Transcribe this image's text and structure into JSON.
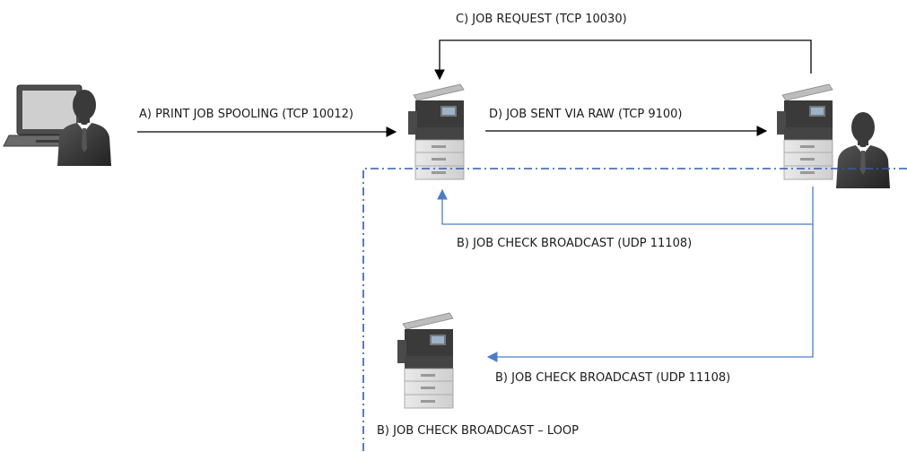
{
  "labels": {
    "a": "A) PRINT JOB SPOOLING (TCP 10012)",
    "c": "C) JOB REQUEST (TCP 10030)",
    "d": "D) JOB SENT VIA RAW (TCP 9100)",
    "b_top": "B) JOB CHECK BROADCAST (UDP 11108)",
    "b_bottom": "B) JOB CHECK BROADCAST (UDP 11108)",
    "b_loop": "B) JOB CHECK BROADCAST – LOOP"
  },
  "colors": {
    "tcp_arrow": "#000000",
    "udp_arrow": "#4a7cc9",
    "network_boundary": "#2f5bb5",
    "silhouette": "#3a3a3a"
  }
}
